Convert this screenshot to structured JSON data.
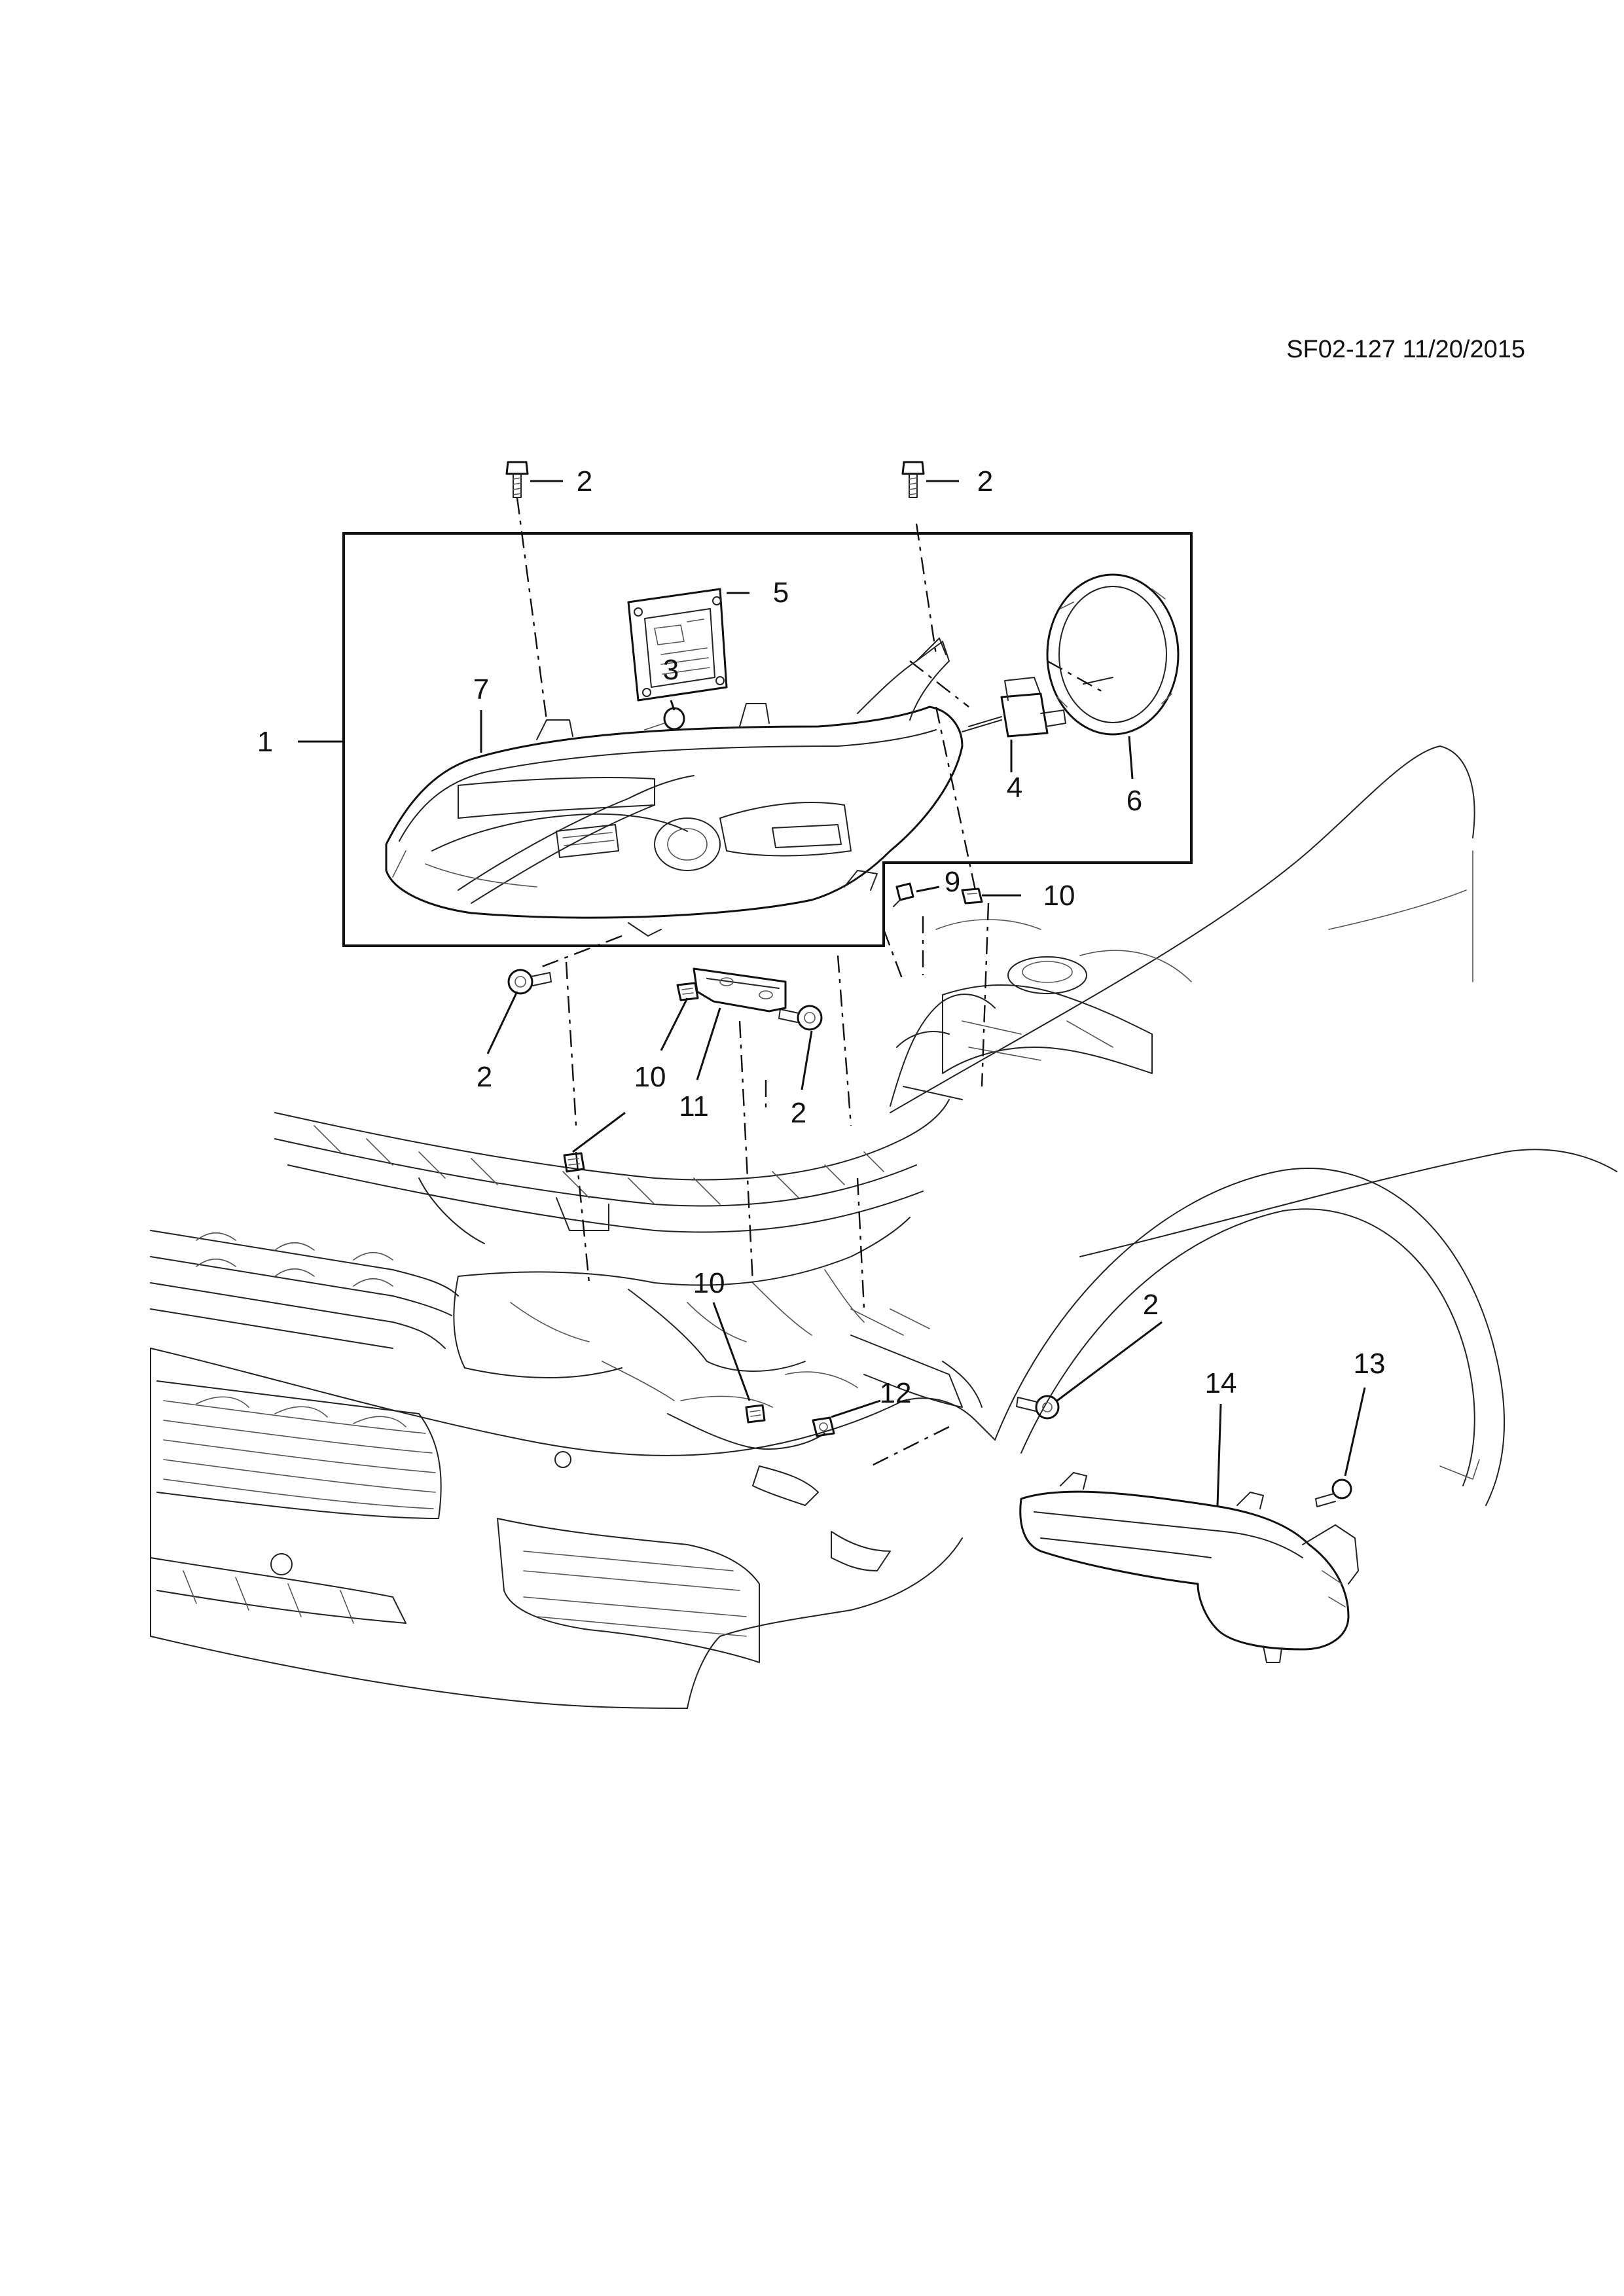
{
  "reference": "SF02-127 11/20/2015",
  "callouts": [
    {
      "id": "c1",
      "text": "1"
    },
    {
      "id": "c2-top-left",
      "text": "2"
    },
    {
      "id": "c2-top-right",
      "text": "2"
    },
    {
      "id": "c2-mid-left",
      "text": "2"
    },
    {
      "id": "c2-mid-right",
      "text": "2"
    },
    {
      "id": "c2-lower",
      "text": "2"
    },
    {
      "id": "c3",
      "text": "3"
    },
    {
      "id": "c4",
      "text": "4"
    },
    {
      "id": "c5",
      "text": "5"
    },
    {
      "id": "c6",
      "text": "6"
    },
    {
      "id": "c7",
      "text": "7"
    },
    {
      "id": "c9",
      "text": "9"
    },
    {
      "id": "c10-right",
      "text": "10"
    },
    {
      "id": "c10-left",
      "text": "10"
    },
    {
      "id": "c10-lower",
      "text": "10"
    },
    {
      "id": "c11",
      "text": "11"
    },
    {
      "id": "c12",
      "text": "12"
    },
    {
      "id": "c13",
      "text": "13"
    },
    {
      "id": "c14",
      "text": "14"
    }
  ]
}
